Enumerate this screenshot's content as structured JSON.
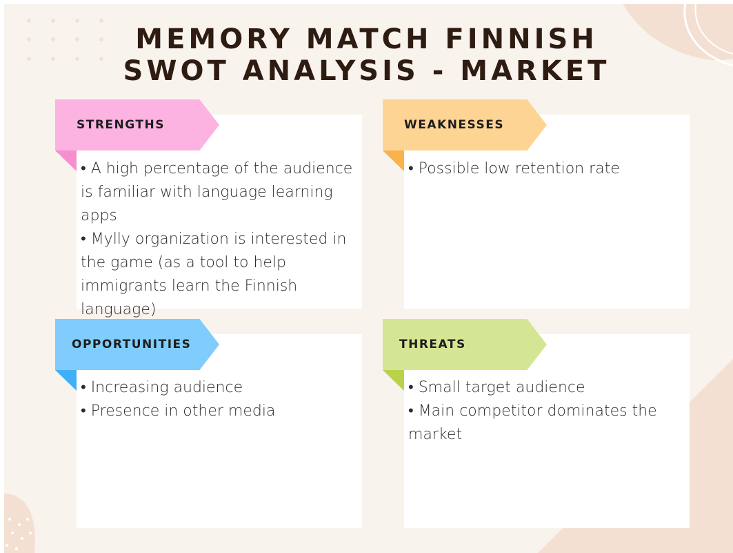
{
  "title": {
    "line1": "MEMORY MATCH FINNISH",
    "line2": "SWOT ANALYSIS - MARKET"
  },
  "colors": {
    "background": "#f9f3ed",
    "strengths_tag": "#fdb3e2",
    "strengths_fold": "#f58fd0",
    "weaknesses_tag": "#fed494",
    "weaknesses_fold": "#f9b34a",
    "opportunities_tag": "#7fccfd",
    "opportunities_fold": "#3fb0f8",
    "threats_tag": "#d4e694",
    "threats_fold": "#b8d24a",
    "title_text": "#2e1c12"
  },
  "strengths": {
    "label": "STRENGTHS",
    "items": [
      "• A high percentage of the audience is familiar with language learning apps",
      "• Mylly organization is interested in the game (as a tool to help immigrants learn the Finnish language)"
    ]
  },
  "weaknesses": {
    "label": "WEAKNESSES",
    "items": [
      "• Possible low retention rate"
    ]
  },
  "opportunities": {
    "label": "OPPORTUNITIES",
    "items": [
      "• Increasing audience",
      "• Presence in other media"
    ]
  },
  "threats": {
    "label": "THREATS",
    "items": [
      "• Small target audience",
      "• Main competitor dominates the market"
    ]
  }
}
